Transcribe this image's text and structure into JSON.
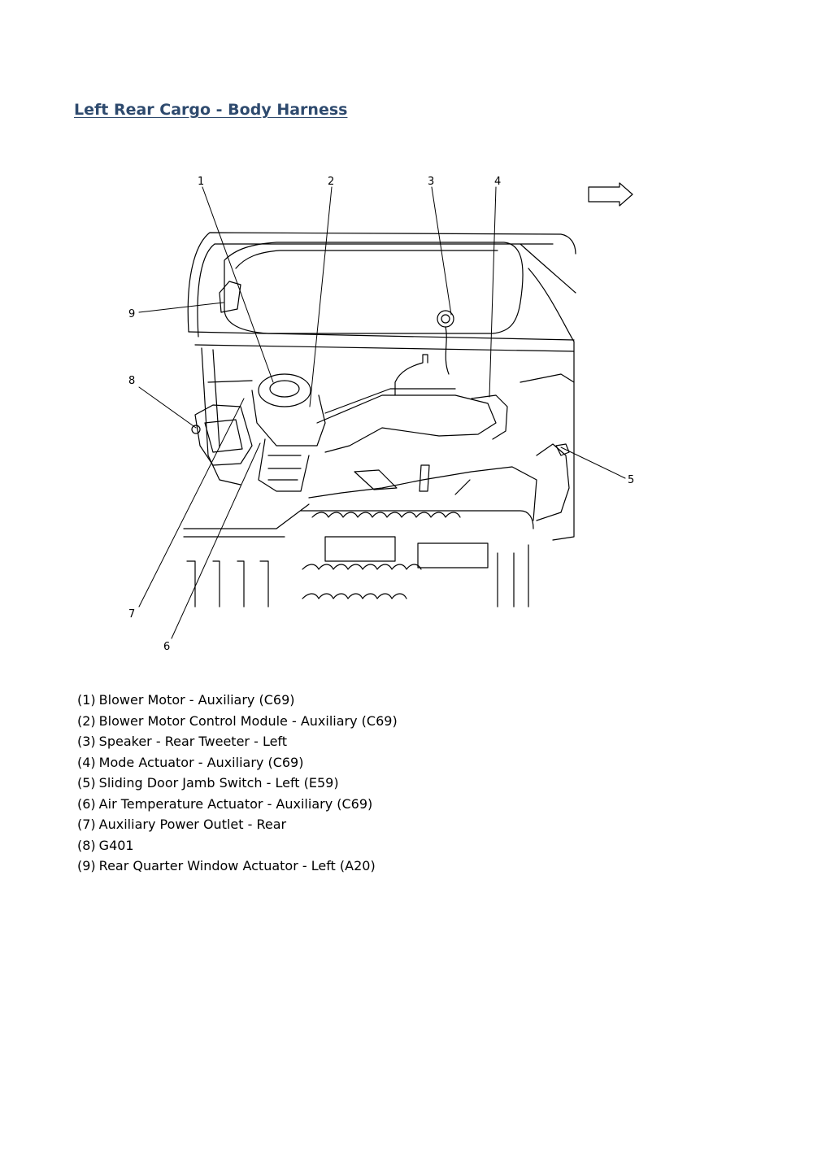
{
  "title": "Left Rear Cargo - Body Harness",
  "callouts": [
    "1",
    "2",
    "3",
    "4",
    "5",
    "6",
    "7",
    "8",
    "9"
  ],
  "legend": [
    {
      "num": "(1)",
      "text": "Blower Motor - Auxiliary (C69)"
    },
    {
      "num": "(2)",
      "text": "Blower Motor Control Module - Auxiliary (C69)"
    },
    {
      "num": "(3)",
      "text": "Speaker - Rear Tweeter - Left"
    },
    {
      "num": "(4)",
      "text": "Mode Actuator - Auxiliary (C69)"
    },
    {
      "num": "(5)",
      "text": "Sliding Door Jamb Switch - Left (E59)"
    },
    {
      "num": "(6)",
      "text": "Air Temperature Actuator - Auxiliary (C69)"
    },
    {
      "num": "(7)",
      "text": "Auxiliary Power Outlet - Rear"
    },
    {
      "num": "(8)",
      "text": "G401"
    },
    {
      "num": "(9)",
      "text": "Rear Quarter Window Actuator - Left (A20)"
    }
  ],
  "colors": {
    "title": "#2e4a6e",
    "line": "#000000"
  },
  "icons": [
    "forward-arrow-icon"
  ]
}
